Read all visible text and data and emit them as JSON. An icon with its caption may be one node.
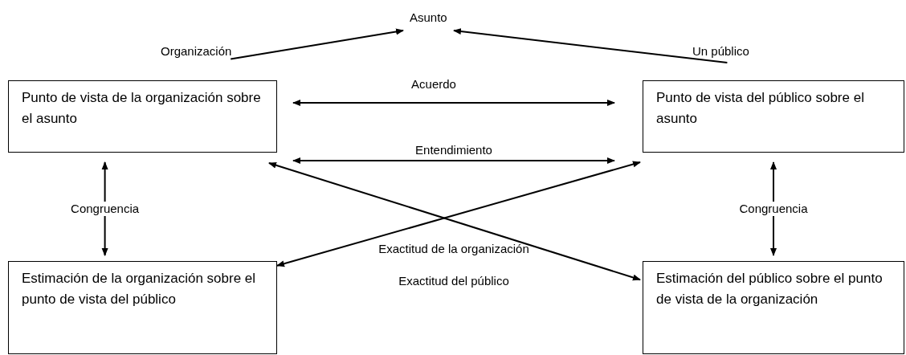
{
  "diagram": {
    "nodes": [
      {
        "text": [
          "Asunto"
        ]
      },
      {
        "text": [
          "Organización"
        ]
      },
      {
        "text": [
          "Un público"
        ]
      },
      {
        "text": [
          "Punto de vista de la organización sobre el asunto"
        ]
      },
      {
        "text": [
          "Punto de vista del público sobre el asunto"
        ]
      },
      {
        "text": [
          "Estimación de la organización sobre el punto de vista  del público"
        ]
      },
      {
        "text": [
          "Estimación del público sobre el punto de vista de la organización"
        ]
      }
    ],
    "edges": [
      {
        "from": 1,
        "to": 0,
        "arrow": "to"
      },
      {
        "from": 2,
        "to": 0,
        "arrow": "to"
      },
      {
        "from": 3,
        "to": 4,
        "arrow": "both",
        "label": "Acuerdo"
      },
      {
        "from": 3,
        "to": 4,
        "arrow": "both",
        "label": "Entendimiento"
      },
      {
        "from": 3,
        "to": 5,
        "arrow": "both",
        "label": "Congruencia"
      },
      {
        "from": 4,
        "to": 6,
        "arrow": "both",
        "label": "Congruencia"
      },
      {
        "from": 3,
        "to": 6,
        "arrow": "both"
      },
      {
        "from": 4,
        "to": 5,
        "arrow": "both"
      }
    ],
    "labels": [
      "Exactitud de la organización",
      "Exactitud del público"
    ]
  }
}
